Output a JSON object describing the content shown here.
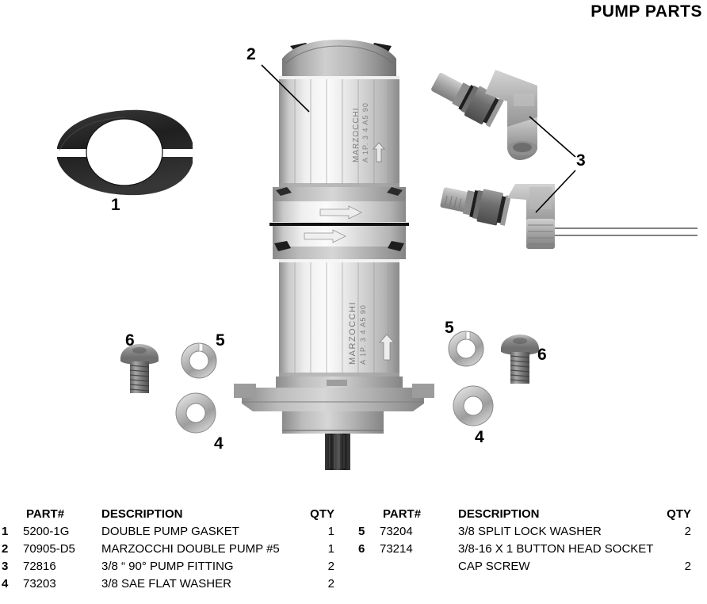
{
  "page": {
    "title": "PUMP PARTS"
  },
  "diagram": {
    "callouts": [
      {
        "id": "1",
        "label": "1",
        "target": "double-pump-gasket"
      },
      {
        "id": "2",
        "label": "2",
        "target": "marzocchi-double-pump"
      },
      {
        "id": "3",
        "label": "3",
        "target": "pump-fitting"
      },
      {
        "id": "4-left",
        "label": "4",
        "target": "flat-washer-left"
      },
      {
        "id": "4-right",
        "label": "4",
        "target": "flat-washer-right"
      },
      {
        "id": "5-left",
        "label": "5",
        "target": "lock-washer-left"
      },
      {
        "id": "5-right",
        "label": "5",
        "target": "lock-washer-right"
      },
      {
        "id": "6-left",
        "label": "6",
        "target": "cap-screw-left"
      },
      {
        "id": "6-right",
        "label": "6",
        "target": "cap-screw-right"
      }
    ],
    "pump_markings": {
      "upper": "MARZOCCHI",
      "lower": "MARZOCCHI",
      "code": "A 1P. 3 4 A5 90"
    }
  },
  "table": {
    "headers": {
      "index": "",
      "part": "PART#",
      "description": "DESCRIPTION",
      "qty": "QTY"
    },
    "left_rows": [
      {
        "idx": "1",
        "part": "5200-1G",
        "desc": "DOUBLE PUMP GASKET",
        "qty": "1"
      },
      {
        "idx": "2",
        "part": "70905-D5",
        "desc": "MARZOCCHI DOUBLE PUMP #5",
        "qty": "1"
      },
      {
        "idx": "3",
        "part": "72816",
        "desc": "3/8 “ 90° PUMP FITTING",
        "qty": "2"
      },
      {
        "idx": "4",
        "part": "73203",
        "desc": "3/8 SAE FLAT WASHER",
        "qty": "2"
      }
    ],
    "right_rows": [
      {
        "idx": "5",
        "part": "73204",
        "desc": "3/8 SPLIT LOCK WASHER",
        "qty": "2"
      },
      {
        "idx": "6",
        "part": "73214",
        "desc": "3/8-16 X 1 BUTTON HEAD SOCKET",
        "qty": ""
      },
      {
        "idx": "",
        "part": "",
        "desc": "CAP SCREW",
        "qty": "2"
      }
    ]
  },
  "colors": {
    "text": "#000000",
    "metal_light": "#d8d8d8",
    "metal_mid": "#a9a9a9",
    "metal_dark": "#6e6e6e",
    "gasket": "#2b2b2b",
    "background": "#ffffff"
  }
}
